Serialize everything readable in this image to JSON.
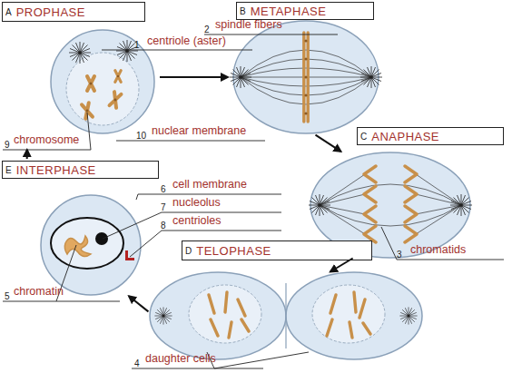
{
  "diagram": {
    "nodes": [
      {
        "text": [
          "A",
          "PROPHASE"
        ]
      },
      {
        "text": [
          "B",
          "METAPHASE"
        ]
      },
      {
        "text": [
          "C",
          "ANAPHASE"
        ]
      },
      {
        "text": [
          "D",
          "TELOPHASE"
        ]
      },
      {
        "text": [
          "E",
          "INTERPHASE"
        ]
      }
    ],
    "edges": [
      {
        "from": 0,
        "to": 1,
        "arrow": "to"
      },
      {
        "from": 1,
        "to": 2,
        "arrow": "to"
      },
      {
        "from": 2,
        "to": 3,
        "arrow": "to"
      },
      {
        "from": 3,
        "to": 4,
        "arrow": "to"
      },
      {
        "from": 4,
        "to": 0,
        "arrow": "to"
      }
    ],
    "labels": [
      "1",
      "centriole (aster)",
      "2",
      "spindle fibers",
      "3",
      "chromatids",
      "4",
      "daughter cells",
      "5",
      "chromatin",
      "6",
      "cell membrane",
      "7",
      "nucleolus",
      "8",
      "centrioles",
      "9",
      "chromosome",
      "10",
      "nuclear membrane"
    ]
  }
}
